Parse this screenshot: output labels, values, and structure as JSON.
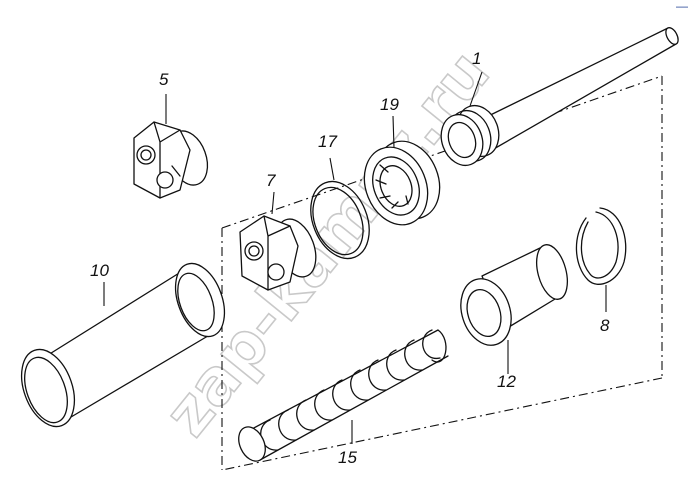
{
  "watermark": "zap-kamaz.ru",
  "corner_mark": "—",
  "callouts": [
    {
      "id": "part-1",
      "label": "1"
    },
    {
      "id": "part-5",
      "label": "5"
    },
    {
      "id": "part-7",
      "label": "7"
    },
    {
      "id": "part-8",
      "label": "8"
    },
    {
      "id": "part-10",
      "label": "10"
    },
    {
      "id": "part-12",
      "label": "12"
    },
    {
      "id": "part-15",
      "label": "15"
    },
    {
      "id": "part-17",
      "label": "17"
    },
    {
      "id": "part-19",
      "label": "19"
    }
  ]
}
